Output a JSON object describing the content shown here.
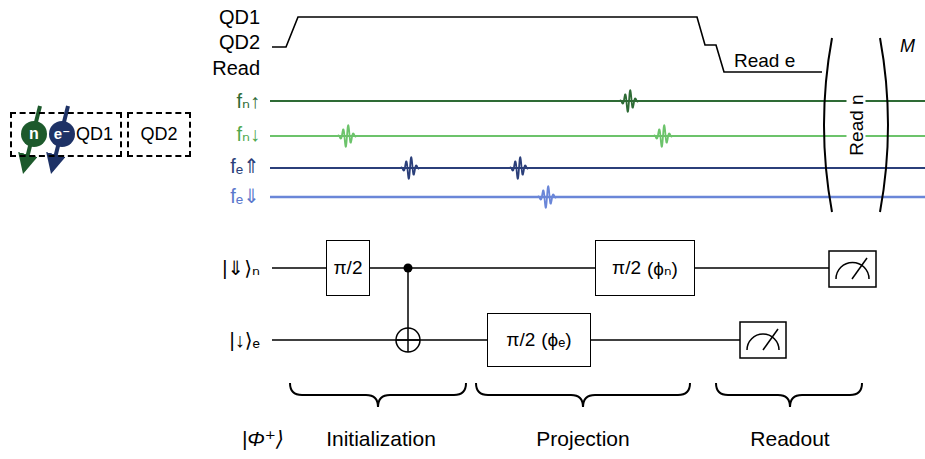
{
  "diagram": {
    "nodes": [
      {
        "text": [
          "QD1"
        ]
      },
      {
        "text": [
          "n"
        ],
        "in": 0
      },
      {
        "text": [
          "e⁻"
        ],
        "in": 0
      },
      {
        "text": [
          "QD2"
        ]
      },
      {
        "text": [
          "π/2"
        ]
      },
      {
        "text": [
          "π/2",
          "(ϕₑ)"
        ]
      },
      {
        "text": [
          "π/2",
          "(ϕₙ)"
        ]
      }
    ],
    "labels": [
      "QD1",
      "QD2",
      "Read",
      "fₙ↑",
      "fₙ↓",
      "fₑ⇑",
      "fₑ⇓",
      "Read e",
      "Read n",
      "M",
      "|⇓⟩ₙ",
      "|↓⟩ₑ",
      "|Φ⁺⟩",
      "Initialization",
      "Projection",
      "Readout"
    ]
  }
}
